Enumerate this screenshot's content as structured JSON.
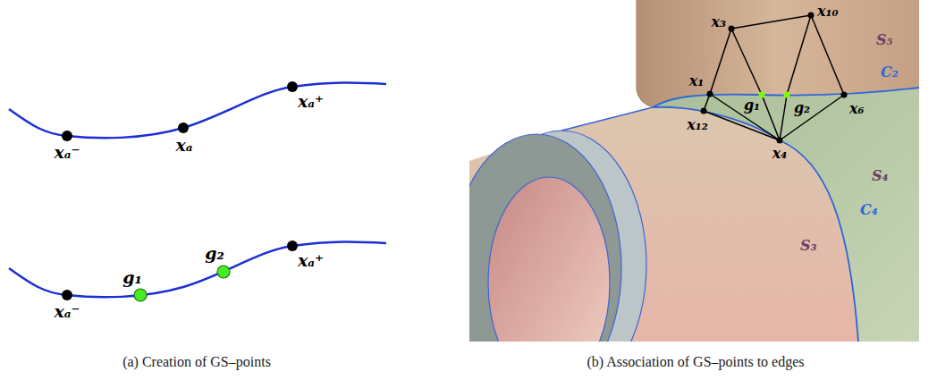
{
  "diagram": {
    "labels": [
      "xₐ⁻",
      "xₐ",
      "xₐ⁺",
      "xₐ⁻",
      "g₁",
      "g₂",
      "xₐ⁺",
      "(a) Creation of GS–points",
      "x₃",
      "x₁₀",
      "S₅",
      "x₁",
      "C₂",
      "g₁",
      "g₂",
      "x₁₂",
      "x₆",
      "x₄",
      "S₄",
      "C₄",
      "S₃",
      "(b) Association of GS–points to edges"
    ]
  }
}
